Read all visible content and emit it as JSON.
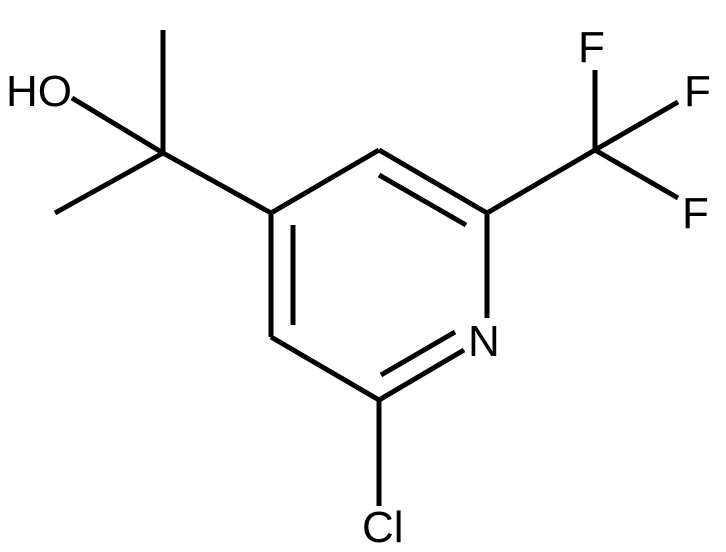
{
  "molecule": {
    "atoms": {
      "hydroxyl": "HO",
      "ring_nitrogen": "N",
      "chlorine": "Cl",
      "fluorine_1": "F",
      "fluorine_2": "F",
      "fluorine_3": "F"
    },
    "colors": {
      "bond": "#000000",
      "label": "#000000",
      "background": "#ffffff"
    }
  }
}
